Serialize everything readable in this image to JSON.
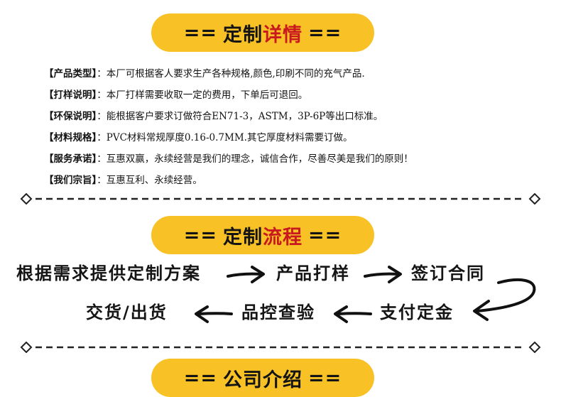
{
  "sections": {
    "details": {
      "pre": "== ",
      "plain": "定制",
      "highlight": "详情",
      "post": " =="
    },
    "process": {
      "pre": "== ",
      "plain": "定制",
      "highlight": "流程",
      "post": " =="
    },
    "company": {
      "pre": "== ",
      "plain": "公司介绍",
      "highlight": "",
      "post": " =="
    }
  },
  "details": [
    {
      "label": "【产品类型】",
      "sep": "：",
      "text": "本厂可根据客人要求生产各种规格,颜色,印刷不同的充气产品."
    },
    {
      "label": "【打样说明】",
      "sep": "：",
      "text": "本厂打样需要收取一定的费用，下单后可退回。"
    },
    {
      "label": "【环保说明】",
      "sep": "：",
      "text": "能根据客户要求订做符合EN71-3，ASTM，3P-6P等出口标准。"
    },
    {
      "label": "【材料规格】",
      "sep": "：",
      "text": "PVC材料常规厚度0.16-0.7MM.其它厚度材料需要订做。"
    },
    {
      "label": "【服务承诺】",
      "sep": "：",
      "text": "互惠双赢，永续经营是我们的理念，诚信合作，尽善尽美是我们的原则！"
    },
    {
      "label": "【我们宗旨】",
      "sep": "：",
      "text": "互惠互利、永续经营。"
    }
  ],
  "process": {
    "step1": "根据需求提供定制方案",
    "step2": "产品打样",
    "step3": "签订合同",
    "step4": "支付定金",
    "step5": "品控查验",
    "step6": "交货/出货"
  },
  "colors": {
    "pill": "#f8c227",
    "highlight": "#c8191f",
    "text": "#141414"
  },
  "icons": {
    "divider_end": "diamond",
    "arrow": "hand-drawn-arrow"
  }
}
